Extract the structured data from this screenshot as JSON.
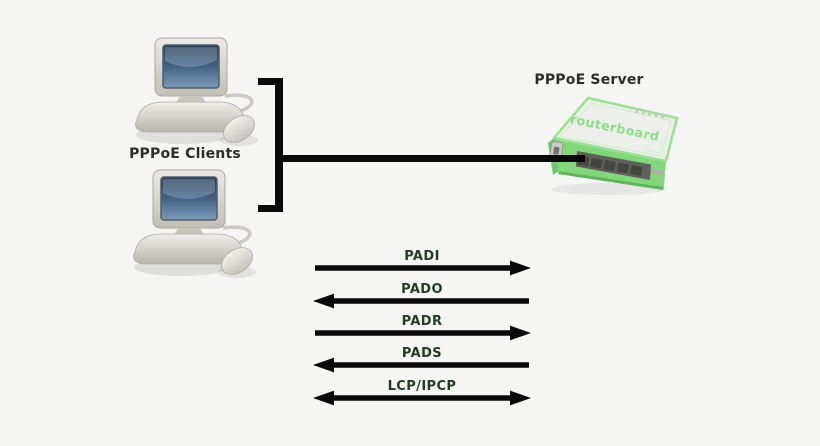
{
  "canvas": {
    "background_color": "#f5f5f4"
  },
  "clients": {
    "label": "PPPoE Clients",
    "icon": "desktop-computer",
    "count": 2
  },
  "server": {
    "label": "PPPoE Server",
    "icon": "mikrotik-routerboard",
    "device_text": "routerboard"
  },
  "sequence": {
    "messages": [
      {
        "label": "PADI",
        "direction": "right"
      },
      {
        "label": "PADO",
        "direction": "left"
      },
      {
        "label": "PADR",
        "direction": "right"
      },
      {
        "label": "PADS",
        "direction": "left"
      },
      {
        "label": "LCP/IPCP",
        "direction": "both"
      }
    ]
  },
  "colors": {
    "message_label": "#1f3d1f",
    "device_label": "#2d2d26",
    "connector": "#0a0a0a",
    "router_green": "#82d77a"
  }
}
